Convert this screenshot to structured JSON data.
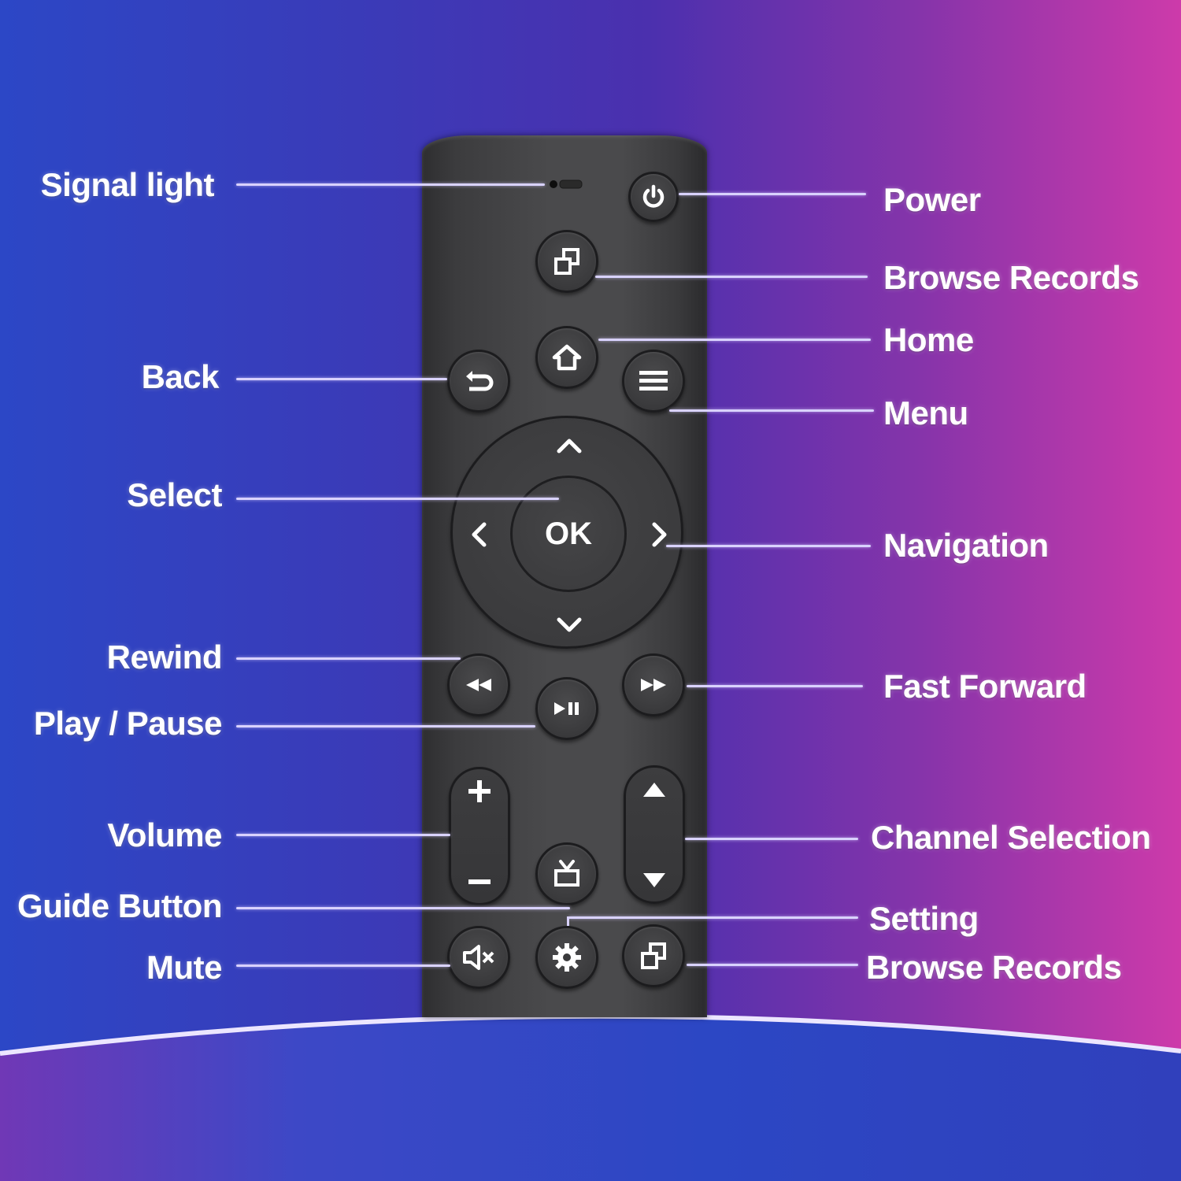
{
  "diagram": {
    "subject": "TV remote control button layout",
    "colors": {
      "background_left": "#2c47c6",
      "background_mid": "#4b30ae",
      "background_right": "#cd3aaa",
      "remote_body": "#444446",
      "button_fill": "#3a3a3c",
      "icon_color": "#ffffff",
      "leader_line": "#d9d2ff",
      "label_text": "#ffffff"
    },
    "left_labels": [
      {
        "id": "signal_light",
        "text": "Signal light"
      },
      {
        "id": "back",
        "text": "Back"
      },
      {
        "id": "select",
        "text": "Select"
      },
      {
        "id": "rewind",
        "text": "Rewind"
      },
      {
        "id": "play_pause",
        "text": "Play / Pause"
      },
      {
        "id": "volume",
        "text": "Volume"
      },
      {
        "id": "guide",
        "text": "Guide Button"
      },
      {
        "id": "mute",
        "text": "Mute"
      }
    ],
    "right_labels": [
      {
        "id": "power",
        "text": "Power"
      },
      {
        "id": "browse_records_top",
        "text": "Browse Records"
      },
      {
        "id": "home",
        "text": "Home"
      },
      {
        "id": "menu",
        "text": "Menu"
      },
      {
        "id": "navigation",
        "text": "Navigation"
      },
      {
        "id": "fast_forward",
        "text": "Fast Forward"
      },
      {
        "id": "channel_selection",
        "text": "Channel Selection"
      },
      {
        "id": "setting",
        "text": "Setting"
      },
      {
        "id": "browse_records_bottom",
        "text": "Browse Records"
      }
    ],
    "buttons": {
      "ok_label": "OK",
      "volume_plus": "+",
      "volume_minus": "−"
    }
  }
}
